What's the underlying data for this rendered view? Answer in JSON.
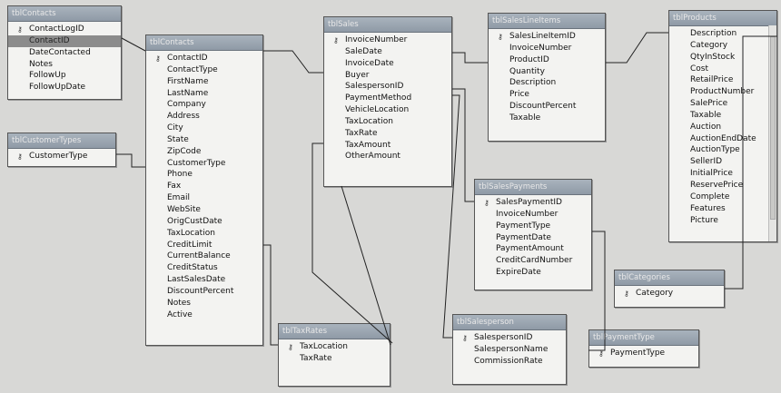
{
  "tables": [
    {
      "name": "tblContacts",
      "fields": [
        {
          "name": "ContactLogID",
          "pk": true
        },
        {
          "name": "ContactID",
          "selected": true
        },
        {
          "name": "DateContacted"
        },
        {
          "name": "Notes"
        },
        {
          "name": "FollowUp"
        },
        {
          "name": "FollowUpDate"
        }
      ]
    },
    {
      "name": "tblCustomerTypes",
      "fields": [
        {
          "name": "CustomerType",
          "pk": true
        }
      ]
    },
    {
      "name": "tblContacts",
      "fields": [
        {
          "name": "ContactID",
          "pk": true
        },
        {
          "name": "ContactType"
        },
        {
          "name": "FirstName"
        },
        {
          "name": "LastName"
        },
        {
          "name": "Company"
        },
        {
          "name": "Address"
        },
        {
          "name": "City"
        },
        {
          "name": "State"
        },
        {
          "name": "ZipCode"
        },
        {
          "name": "CustomerType"
        },
        {
          "name": "Phone"
        },
        {
          "name": "Fax"
        },
        {
          "name": "Email"
        },
        {
          "name": "WebSite"
        },
        {
          "name": "OrigCustDate"
        },
        {
          "name": "TaxLocation"
        },
        {
          "name": "CreditLimit"
        },
        {
          "name": "CurrentBalance"
        },
        {
          "name": "CreditStatus"
        },
        {
          "name": "LastSalesDate"
        },
        {
          "name": "DiscountPercent"
        },
        {
          "name": "Notes"
        },
        {
          "name": "Active"
        }
      ]
    },
    {
      "name": "tblTaxRates",
      "fields": [
        {
          "name": "TaxLocation",
          "pk": true
        },
        {
          "name": "TaxRate"
        }
      ]
    },
    {
      "name": "tblSales",
      "fields": [
        {
          "name": "InvoiceNumber",
          "pk": true
        },
        {
          "name": "SaleDate"
        },
        {
          "name": "InvoiceDate"
        },
        {
          "name": "Buyer"
        },
        {
          "name": "SalespersonID"
        },
        {
          "name": "PaymentMethod"
        },
        {
          "name": "VehicleLocation"
        },
        {
          "name": "TaxLocation"
        },
        {
          "name": "TaxRate"
        },
        {
          "name": "TaxAmount"
        },
        {
          "name": "OtherAmount"
        }
      ]
    },
    {
      "name": "tblSalesLineItems",
      "fields": [
        {
          "name": "SalesLineItemID",
          "pk": true
        },
        {
          "name": "InvoiceNumber"
        },
        {
          "name": "ProductID"
        },
        {
          "name": "Quantity"
        },
        {
          "name": "Description"
        },
        {
          "name": "Price"
        },
        {
          "name": "DiscountPercent"
        },
        {
          "name": "Taxable"
        }
      ]
    },
    {
      "name": "tblSalesPayments",
      "fields": [
        {
          "name": "SalesPaymentID",
          "pk": true
        },
        {
          "name": "InvoiceNumber"
        },
        {
          "name": "PaymentType"
        },
        {
          "name": "PaymentDate"
        },
        {
          "name": "PaymentAmount"
        },
        {
          "name": "CreditCardNumber"
        },
        {
          "name": "ExpireDate"
        }
      ]
    },
    {
      "name": "tblSalesperson",
      "fields": [
        {
          "name": "SalespersonID",
          "pk": true
        },
        {
          "name": "SalespersonName"
        },
        {
          "name": "CommissionRate"
        }
      ]
    },
    {
      "name": "tblProducts",
      "scrollbar": true,
      "fields": [
        {
          "name": "Description"
        },
        {
          "name": "Category"
        },
        {
          "name": "QtyInStock"
        },
        {
          "name": "Cost"
        },
        {
          "name": "RetailPrice"
        },
        {
          "name": "ProductNumber"
        },
        {
          "name": "SalePrice"
        },
        {
          "name": "Taxable"
        },
        {
          "name": "Auction"
        },
        {
          "name": "AuctionEndDate"
        },
        {
          "name": "AuctionType"
        },
        {
          "name": "SellerID"
        },
        {
          "name": "InitialPrice"
        },
        {
          "name": "ReservePrice"
        },
        {
          "name": "Complete"
        },
        {
          "name": "Features"
        },
        {
          "name": "Picture"
        }
      ]
    },
    {
      "name": "tblCategories",
      "fields": [
        {
          "name": "Category",
          "pk": true
        }
      ]
    },
    {
      "name": "tblPaymentType",
      "fields": [
        {
          "name": "PaymentType",
          "pk": true
        }
      ]
    }
  ],
  "key_glyph": "⚷",
  "colors": {
    "background": "#d8d8d6",
    "line": "#222222"
  }
}
